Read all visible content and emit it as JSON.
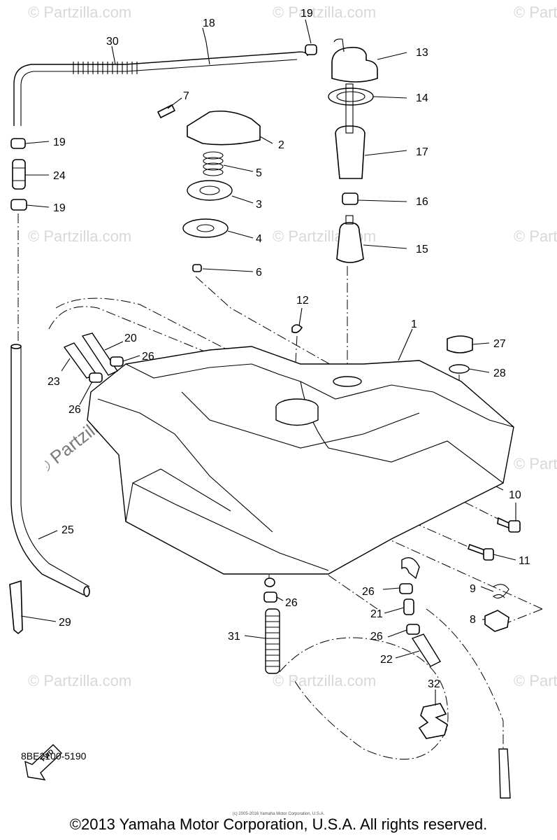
{
  "watermark": "© Partzilla.com",
  "watermark_prominent": "© Partzilla.com",
  "part_labels": {
    "p1": "1",
    "p2": "2",
    "p3": "3",
    "p4": "4",
    "p5": "5",
    "p6": "6",
    "p7": "7",
    "p8": "8",
    "p9": "9",
    "p10": "10",
    "p11": "11",
    "p12": "12",
    "p13": "13",
    "p14": "14",
    "p15": "15",
    "p16": "16",
    "p17": "17",
    "p18": "18",
    "p19a": "19",
    "p19b": "19",
    "p19c": "19",
    "p20": "20",
    "p21": "21",
    "p22": "22",
    "p23": "23",
    "p24": "24",
    "p25": "25",
    "p26a": "26",
    "p26b": "26",
    "p26c": "26",
    "p26d": "26",
    "p26e": "26",
    "p27": "27",
    "p28": "28",
    "p29": "29",
    "p30": "30",
    "p31": "31",
    "p32": "32"
  },
  "fwd_label": "FWD",
  "diagram_code": "8BE2100-5190",
  "copyright_small": "(c) 2005-2016 Yamaha Motor Corporation, U.S.A.",
  "copyright_main": "©2013 Yamaha Motor Corporation, U.S.A. All rights reserved."
}
